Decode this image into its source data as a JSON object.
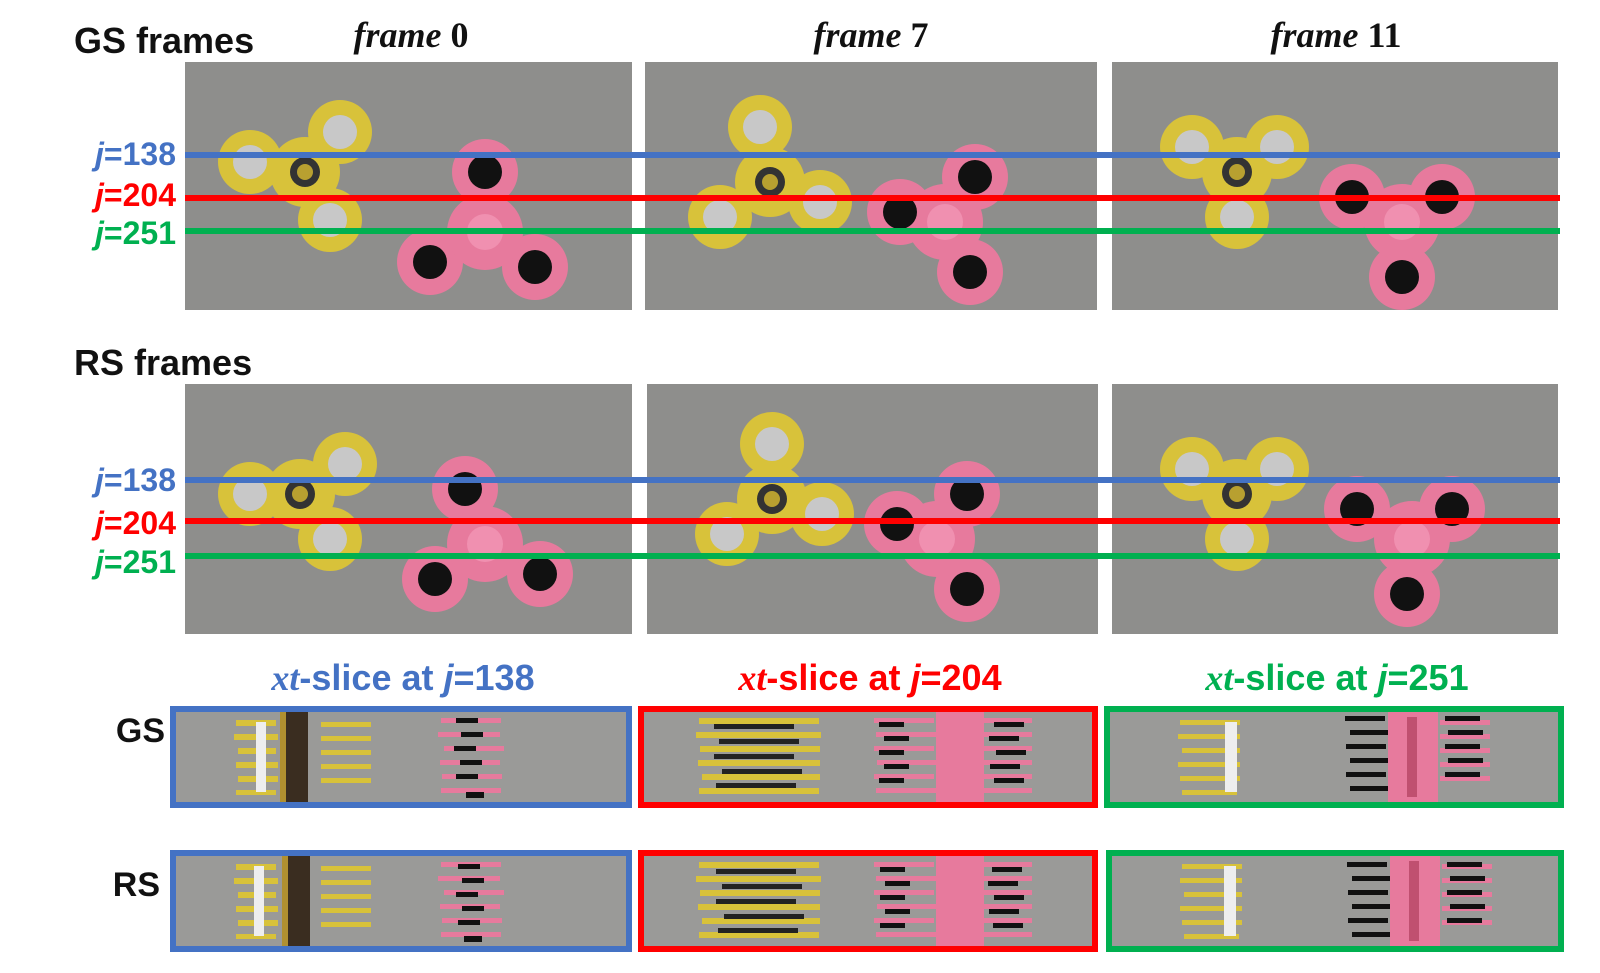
{
  "gs_section": {
    "label": "GS frames"
  },
  "rs_section": {
    "label": "RS frames"
  },
  "frames": [
    {
      "word": "frame",
      "number": "0"
    },
    {
      "word": "frame",
      "number": "7"
    },
    {
      "word": "frame",
      "number": "11"
    }
  ],
  "scanlines": [
    {
      "j": "j",
      "value": "=138",
      "color": "#4472c4"
    },
    {
      "j": "j",
      "value": "=204",
      "color": "#ff0000"
    },
    {
      "j": "j",
      "value": "=251",
      "color": "#00b050"
    }
  ],
  "slices": {
    "titles": [
      {
        "xt": "xt",
        "text": "-slice at ",
        "j": "j",
        "value": "=138",
        "color": "#4472c4"
      },
      {
        "xt": "xt",
        "text": "-slice at ",
        "j": "j",
        "value": "=204",
        "color": "#ff0000"
      },
      {
        "xt": "xt",
        "text": "-slice at ",
        "j": "j",
        "value": "=251",
        "color": "#00b050"
      }
    ],
    "row_labels": {
      "gs": "GS",
      "rs": "RS"
    }
  },
  "colors": {
    "spinner_yellow": "#d8c23a",
    "spinner_pink": "#e77a9d",
    "background_gray": "#8e8e8c"
  }
}
